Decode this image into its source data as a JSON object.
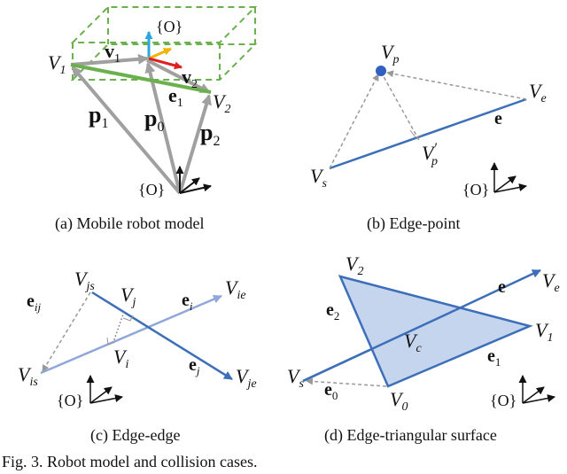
{
  "panels": {
    "a": {
      "caption": "(a)  Mobile robot model",
      "frame_top": "{O}",
      "frame_bottom": "{O}",
      "V1": "V",
      "V1_sub": "1",
      "V2": "V",
      "V2_sub": "2",
      "v1": "v",
      "v1_sub": "1",
      "v2": "v",
      "v2_sub": "2",
      "e1": "e",
      "e1_sub": "1",
      "p1": "p",
      "p1_sub": "1",
      "p0": "p",
      "p0_sub": "0",
      "p2": "p",
      "p2_sub": "2"
    },
    "b": {
      "caption": "(b)  Edge-point",
      "Vp": "V",
      "Vp_sub": "p",
      "Ve": "V",
      "Ve_sub": "e",
      "Vs": "V",
      "Vs_sub": "s",
      "Vpp": "V",
      "Vpp_prime": "′",
      "Vpp_sub": "p",
      "e": "e",
      "frame": "{O}"
    },
    "c": {
      "caption": "(c)  Edge-edge",
      "Vjs": "V",
      "Vjs_sub": "js",
      "Vj": "V",
      "Vj_sub": "j",
      "Vi": "V",
      "Vi_sub": "i",
      "Vis": "V",
      "Vis_sub": "is",
      "Vie": "V",
      "Vie_sub": "ie",
      "Vje": "V",
      "Vje_sub": "je",
      "eij": "e",
      "eij_sub": "ij",
      "ei": "e",
      "ei_sub": "i",
      "ej": "e",
      "ej_sub": "j",
      "frame": "{O}"
    },
    "d": {
      "caption": "(d)  Edge-triangular surface",
      "V2": "V",
      "V2_sub": "2",
      "V1": "V",
      "V1_sub": "1",
      "V0": "V",
      "V0_sub": "0",
      "Vc": "V",
      "Vc_sub": "c",
      "Vs": "V",
      "Vs_sub": "s",
      "Ve": "V",
      "Ve_sub": "e",
      "e": "e",
      "e2": "e",
      "e2_sub": "2",
      "e1": "e",
      "e1_sub": "1",
      "e0": "e",
      "e0_sub": "0",
      "frame": "{O}"
    }
  },
  "figure_caption": "Fig. 3.   Robot model and collision cases.",
  "colors": {
    "gray_link": "#a0a0a0",
    "green_edge": "#6ab04c",
    "green_box": "#6ab04c",
    "blue_edge": "#3d6fb8",
    "light_blue_edge": "#8fa8d8",
    "triangle_fill": "#c5d5ee",
    "axis_blue": "#2aa7e0",
    "axis_yellow": "#f0b400",
    "axis_red": "#e02020",
    "point_blue": "#3060c0"
  }
}
